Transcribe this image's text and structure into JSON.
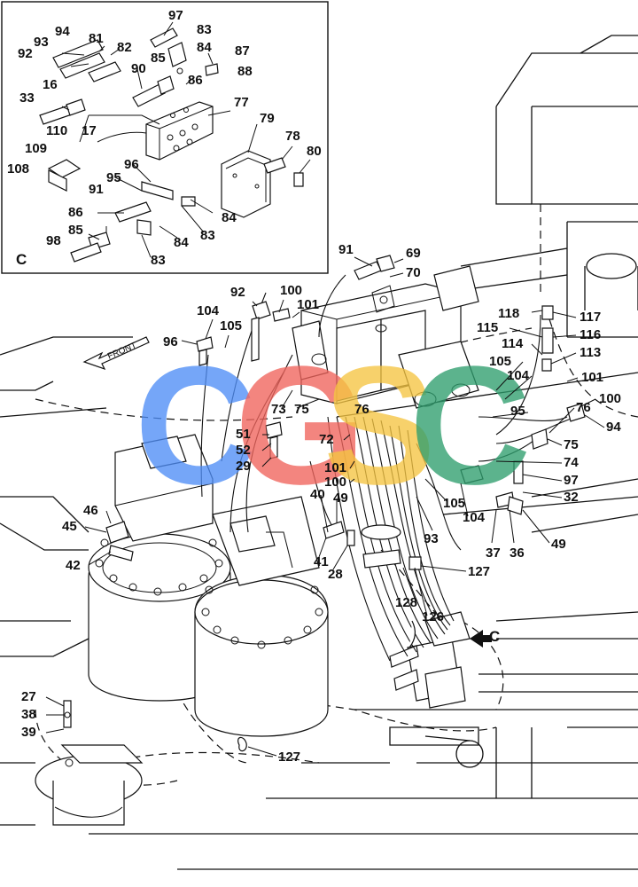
{
  "inset_title": "C",
  "view_marker": "C",
  "front_label": "FRONT",
  "watermark": {
    "letters": [
      "C",
      "G",
      "S",
      "C"
    ],
    "colors": [
      "#4f8ef7",
      "#f0645c",
      "#f5c542",
      "#2f9e6e"
    ]
  },
  "inset_callouts": [
    "97",
    "83",
    "84",
    "94",
    "81",
    "93",
    "82",
    "85",
    "87",
    "92",
    "90",
    "88",
    "86",
    "77",
    "33",
    "16",
    "17",
    "79",
    "110",
    "78",
    "80",
    "109",
    "108",
    "96",
    "95",
    "91",
    "84",
    "86",
    "83",
    "85",
    "84",
    "98",
    "83"
  ],
  "main_callouts": [
    "91",
    "69",
    "70",
    "92",
    "100",
    "101",
    "104",
    "105",
    "96",
    "118",
    "117",
    "115",
    "116",
    "114",
    "113",
    "105",
    "104",
    "101",
    "100",
    "94",
    "95",
    "76",
    "75",
    "74",
    "97",
    "32",
    "49",
    "36",
    "37",
    "104",
    "105",
    "93",
    "76",
    "75",
    "73",
    "51",
    "52",
    "29",
    "72",
    "101",
    "100",
    "40",
    "49",
    "46",
    "45",
    "42",
    "41",
    "28",
    "127",
    "128",
    "126",
    "27",
    "38",
    "39",
    "127"
  ]
}
